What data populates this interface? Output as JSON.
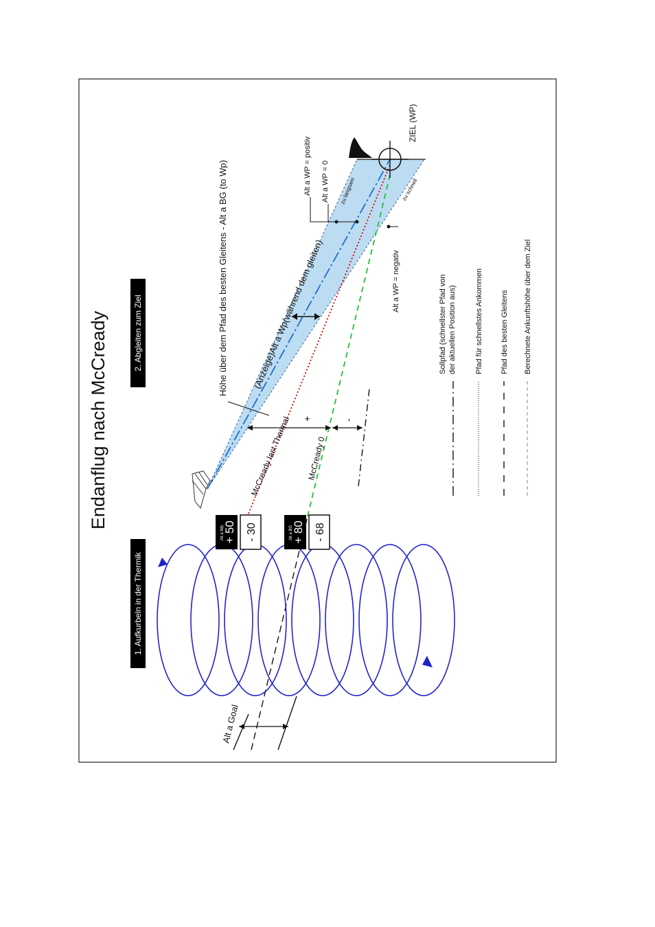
{
  "title": "Endanflug nach McCready",
  "sections": {
    "thermal": "1. Aufkurbeln in der Thermik",
    "glide": "2. Abgleiten zum Ziel"
  },
  "labels": {
    "alt_goal": "Alt a Goal",
    "hoehe": "Höhe über dem Pfad des besten Gleitens - Alt a BG (to Wp)",
    "anzeige": "(Anzeige)Alt a Wp(während dem gleiten)",
    "mc_last": "McCready last Thermal",
    "mc_zero": "McCready 0",
    "plus": "+",
    "minus": "-",
    "wp_pos": "Alt a WP = positiv",
    "wp_zero": "Alt a WP = 0",
    "wp_neg": "Alt a WP = negativ",
    "zu_langsam": "zu langsam",
    "zu_schnell": "zu schnell",
    "ziel": "ZIEL (WP)"
  },
  "boxes": {
    "wp_caption": "Alt a Wp",
    "wp_black": "+ 50",
    "wp_white": "- 30",
    "bg_caption": "Alt a BG",
    "bg_black": "+ 80",
    "bg_white": "- 68"
  },
  "legend": [
    {
      "label": "Sollpfad (schnellster Pfad von der aktuellen Position aus)",
      "style": "dash-dot",
      "color": "#000000"
    },
    {
      "label": "Pfad für schnellstes Ankommen",
      "style": "dotted",
      "color": "#d40000"
    },
    {
      "label": "Pfad des besten Gleitens",
      "style": "dashed",
      "color": "#1fbf3a"
    },
    {
      "label": "Berechnete Ankunftshöhe über dem Ziel",
      "style": "dashed",
      "color": "#999999"
    }
  ],
  "colors": {
    "thermal_spiral": "#2222cc",
    "cone_fill": "#bcdcf2",
    "center_line": "#1a6fd0",
    "red_path": "#d40000",
    "green_path": "#1fbf3a"
  },
  "icons": [
    "glider-icon",
    "mountain-icon",
    "crosshair-icon",
    "arrow-icon"
  ]
}
